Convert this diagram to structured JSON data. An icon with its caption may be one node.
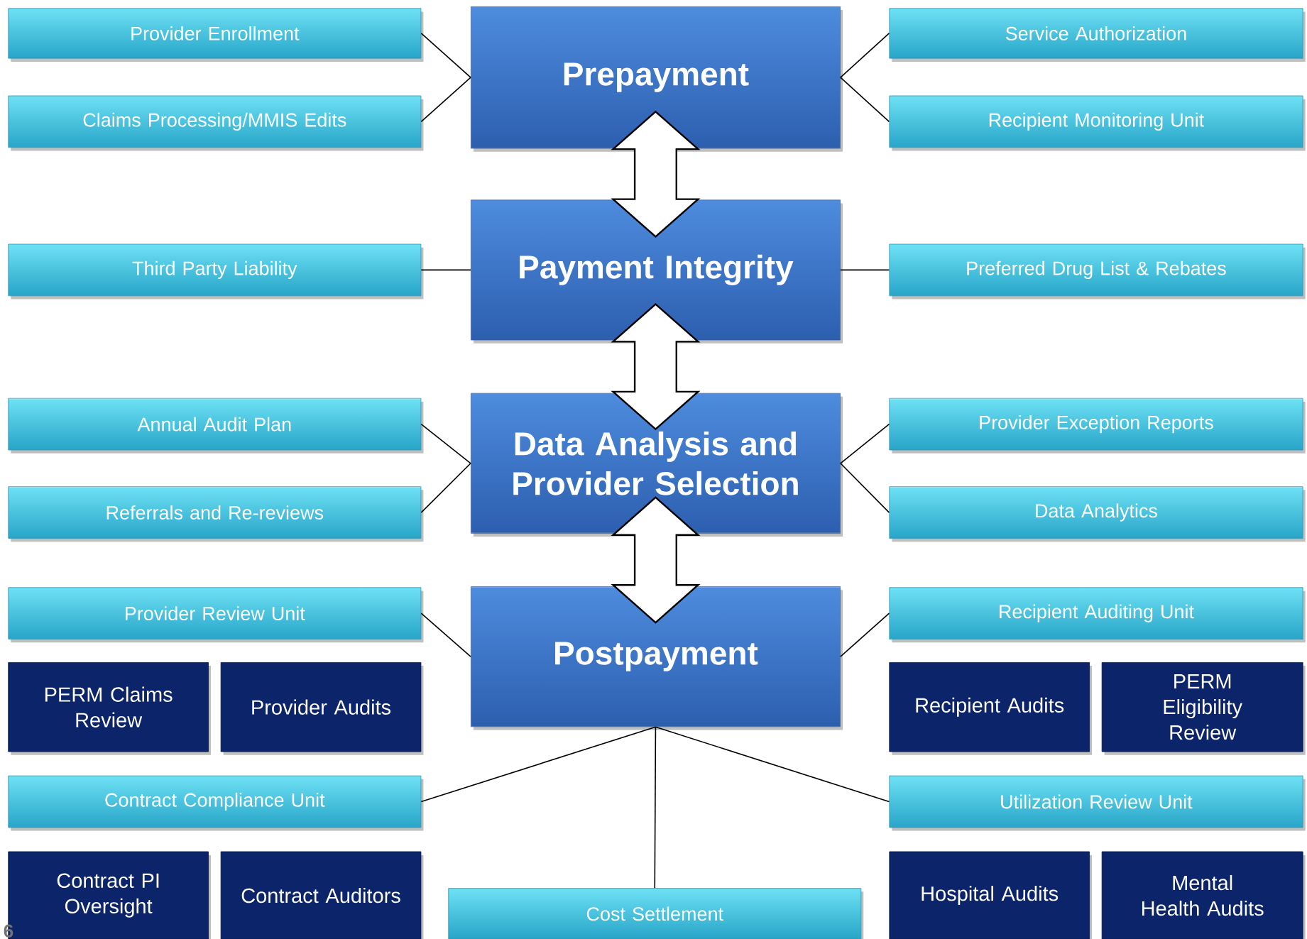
{
  "diagram": {
    "nodes": [
      {
        "text": [
          "Prepayment"
        ]
      },
      {
        "text": [
          "Payment Integrity"
        ]
      },
      {
        "text": [
          "Data Analysis and Provider Selection"
        ]
      },
      {
        "text": [
          "Postpayment"
        ]
      },
      {
        "text": [
          "Provider Enrollment"
        ]
      },
      {
        "text": [
          "Claims Processing/MMIS Edits"
        ]
      },
      {
        "text": [
          "Third Party Liability"
        ]
      },
      {
        "text": [
          "Annual Audit  Plan"
        ]
      },
      {
        "text": [
          "Referrals and Re-reviews"
        ]
      },
      {
        "text": [
          "Provider Review Unit"
        ]
      },
      {
        "text": [
          "PERM Claims Review"
        ]
      },
      {
        "text": [
          "Provider Audits"
        ]
      },
      {
        "text": [
          "Contract Compliance Unit"
        ]
      },
      {
        "text": [
          "Contract PI Oversight"
        ]
      },
      {
        "text": [
          "Contract Auditors"
        ]
      },
      {
        "text": [
          "Cost Settlement"
        ]
      },
      {
        "text": [
          "Service Authorization"
        ]
      },
      {
        "text": [
          "Recipient Monitoring Unit"
        ]
      },
      {
        "text": [
          "Preferred Drug List & Rebates"
        ]
      },
      {
        "text": [
          "Provider Exception Reports"
        ]
      },
      {
        "text": [
          "Data Analytics"
        ]
      },
      {
        "text": [
          "Recipient Auditing Unit"
        ]
      },
      {
        "text": [
          "Recipient Audits"
        ]
      },
      {
        "text": [
          "PERM Eligibility Review"
        ]
      },
      {
        "text": [
          "Utilization Review Unit"
        ]
      },
      {
        "text": [
          "Hospital Audits"
        ]
      },
      {
        "text": [
          "Mental Health Audits"
        ]
      }
    ],
    "edges": [
      {
        "from": 0,
        "to": 4,
        "arrow": "none"
      },
      {
        "from": 0,
        "to": 5,
        "arrow": "none"
      },
      {
        "from": 0,
        "to": 16,
        "arrow": "none"
      },
      {
        "from": 0,
        "to": 17,
        "arrow": "none"
      },
      {
        "from": 0,
        "to": 1,
        "arrow": "both"
      },
      {
        "from": 1,
        "to": 6,
        "arrow": "none"
      },
      {
        "from": 1,
        "to": 18,
        "arrow": "none"
      },
      {
        "from": 1,
        "to": 2,
        "arrow": "both"
      },
      {
        "from": 2,
        "to": 7,
        "arrow": "none"
      },
      {
        "from": 2,
        "to": 8,
        "arrow": "none"
      },
      {
        "from": 2,
        "to": 19,
        "arrow": "none"
      },
      {
        "from": 2,
        "to": 20,
        "arrow": "none"
      },
      {
        "from": 2,
        "to": 3,
        "arrow": "both"
      },
      {
        "from": 3,
        "to": 9,
        "arrow": "none"
      },
      {
        "from": 3,
        "to": 21,
        "arrow": "none"
      },
      {
        "from": 3,
        "to": 12,
        "arrow": "none"
      },
      {
        "from": 3,
        "to": 24,
        "arrow": "none"
      },
      {
        "from": 3,
        "to": 15,
        "arrow": "none"
      }
    ],
    "labels": [
      "6"
    ]
  }
}
